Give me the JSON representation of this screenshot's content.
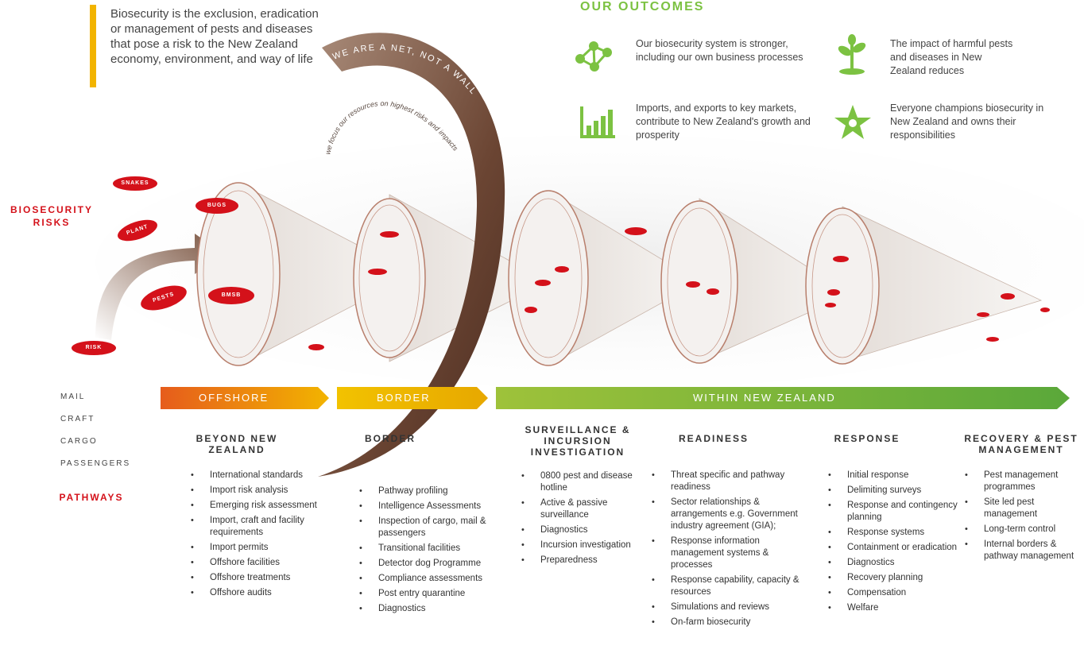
{
  "intro": {
    "text": "Biosecurity is the exclusion, eradication or management of pests and diseases that pose a risk to the New Zealand economy, environment, and way of life"
  },
  "arc": {
    "title": "WE ARE A NET, NOT A WALL",
    "subtitle": "we focus our resources on highest risks and impacts"
  },
  "outcomes": {
    "title": "OUR OUTCOMES",
    "items": [
      {
        "icon": "network-icon",
        "text": "Our biosecurity system is stronger, including our own business processes"
      },
      {
        "icon": "plant-icon",
        "text": "The impact of harmful pests and diseases in New Zealand reduces"
      },
      {
        "icon": "growth-chart-icon",
        "text": "Imports, and exports to key markets, contribute to New Zealand's growth and prosperity"
      },
      {
        "icon": "people-star-icon",
        "text": "Everyone champions biosecurity in New Zealand and owns their responsibilities"
      }
    ]
  },
  "risks": {
    "title": "BIOSECURITY RISKS",
    "labels": [
      "SNAKES",
      "BUGS",
      "PLANT",
      "PESTS",
      "BMSB",
      "RISK"
    ]
  },
  "pathways": {
    "title": "PATHWAYS",
    "items": [
      "MAIL",
      "CRAFT",
      "CARGO",
      "PASSENGERS"
    ]
  },
  "bands": {
    "offshore": "OFFSHORE",
    "border": "BORDER",
    "within": "WITHIN NEW ZEALAND"
  },
  "colors": {
    "red": "#d4111a",
    "green": "#7cc242",
    "yellow": "#f2b400",
    "orange": "#e8731a",
    "brown": "#7a5440"
  },
  "columns": [
    {
      "title": "BEYOND NEW ZEALAND",
      "items": [
        "International standards",
        "Import risk analysis",
        "Emerging risk assessment",
        "Import, craft and facility requirements",
        "Import permits",
        "Offshore facilities",
        "Offshore treatments",
        "Offshore audits"
      ]
    },
    {
      "title": "BORDER",
      "items": [
        "Pathway profiling",
        "Intelligence Assessments",
        "Inspection of cargo, mail & passengers",
        "Transitional facilities",
        "Detector dog Programme",
        "Compliance assessments",
        "Post entry quarantine",
        "Diagnostics"
      ]
    },
    {
      "title": "SURVEILLANCE & INCURSION INVESTIGATION",
      "items": [
        "0800 pest and disease hotline",
        "Active & passive surveillance",
        "Diagnostics",
        "Incursion investigation",
        "Preparedness"
      ]
    },
    {
      "title": "READINESS",
      "items": [
        "Threat specific and pathway readiness",
        "Sector relationships & arrangements e.g. Government industry agreement (GIA);",
        "Response information management systems & processes",
        "Response capability, capacity & resources",
        "Simulations and reviews",
        "On-farm biosecurity"
      ]
    },
    {
      "title": "RESPONSE",
      "items": [
        "Initial response",
        "Delimiting surveys",
        "Response and contingency planning",
        "Response systems",
        "Containment or eradication",
        "Diagnostics",
        "Recovery planning",
        "Compensation",
        "Welfare"
      ]
    },
    {
      "title": "RECOVERY & PEST MANAGEMENT",
      "items": [
        "Pest management programmes",
        "Site led pest management",
        "Long-term control",
        "Internal borders & pathway management"
      ]
    }
  ]
}
